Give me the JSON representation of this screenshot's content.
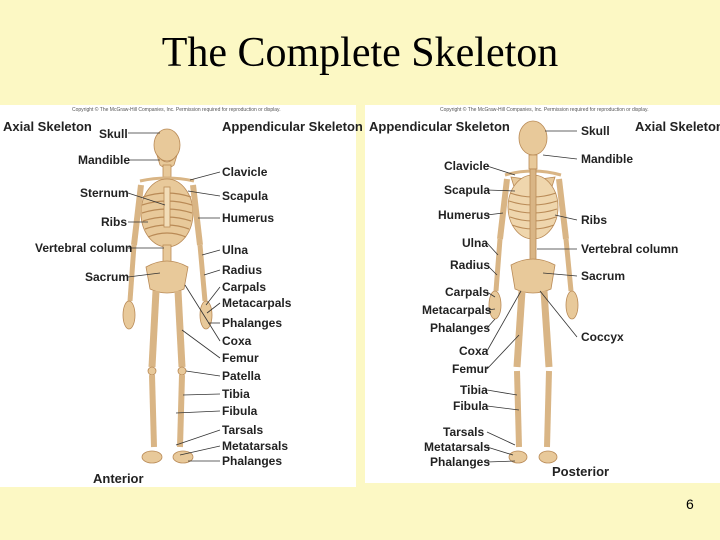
{
  "slide": {
    "title": "The Complete Skeleton",
    "page_number": "6"
  },
  "anterior": {
    "copyright": "Copyright © The McGraw-Hill Companies, Inc. Permission required for reproduction or display.",
    "header_left": "Axial Skeleton",
    "header_right": "Appendicular Skeleton",
    "view_label": "Anterior",
    "axial_labels": [
      "Skull",
      "Mandible",
      "Sternum",
      "Ribs",
      "Vertebral column",
      "Sacrum"
    ],
    "appendicular_labels": [
      "Clavicle",
      "Scapula",
      "Humerus",
      "Ulna",
      "Radius",
      "Carpals",
      "Metacarpals",
      "Phalanges",
      "Coxa",
      "Femur",
      "Patella",
      "Tibia",
      "Fibula",
      "Tarsals",
      "Metatarsals",
      "Phalanges"
    ]
  },
  "posterior": {
    "copyright": "Copyright © The McGraw-Hill Companies, Inc. Permission required for reproduction or display.",
    "header_left": "Appendicular Skeleton",
    "header_right": "Axial Skeleton",
    "view_label": "Posterior",
    "appendicular_labels": [
      "Clavicle",
      "Scapula",
      "Humerus",
      "Ulna",
      "Radius",
      "Carpals",
      "Metacarpals",
      "Phalanges",
      "Coxa",
      "Femur",
      "Tibia",
      "Fibula",
      "Tarsals",
      "Metatarsals",
      "Phalanges"
    ],
    "axial_labels": [
      "Skull",
      "Mandible",
      "Ribs",
      "Vertebral column",
      "Sacrum",
      "Coccyx"
    ]
  },
  "colors": {
    "background": "#fcf8c4",
    "bone": "#e8c99a",
    "bone_shade": "#c99a66",
    "leader_line": "#333333"
  }
}
